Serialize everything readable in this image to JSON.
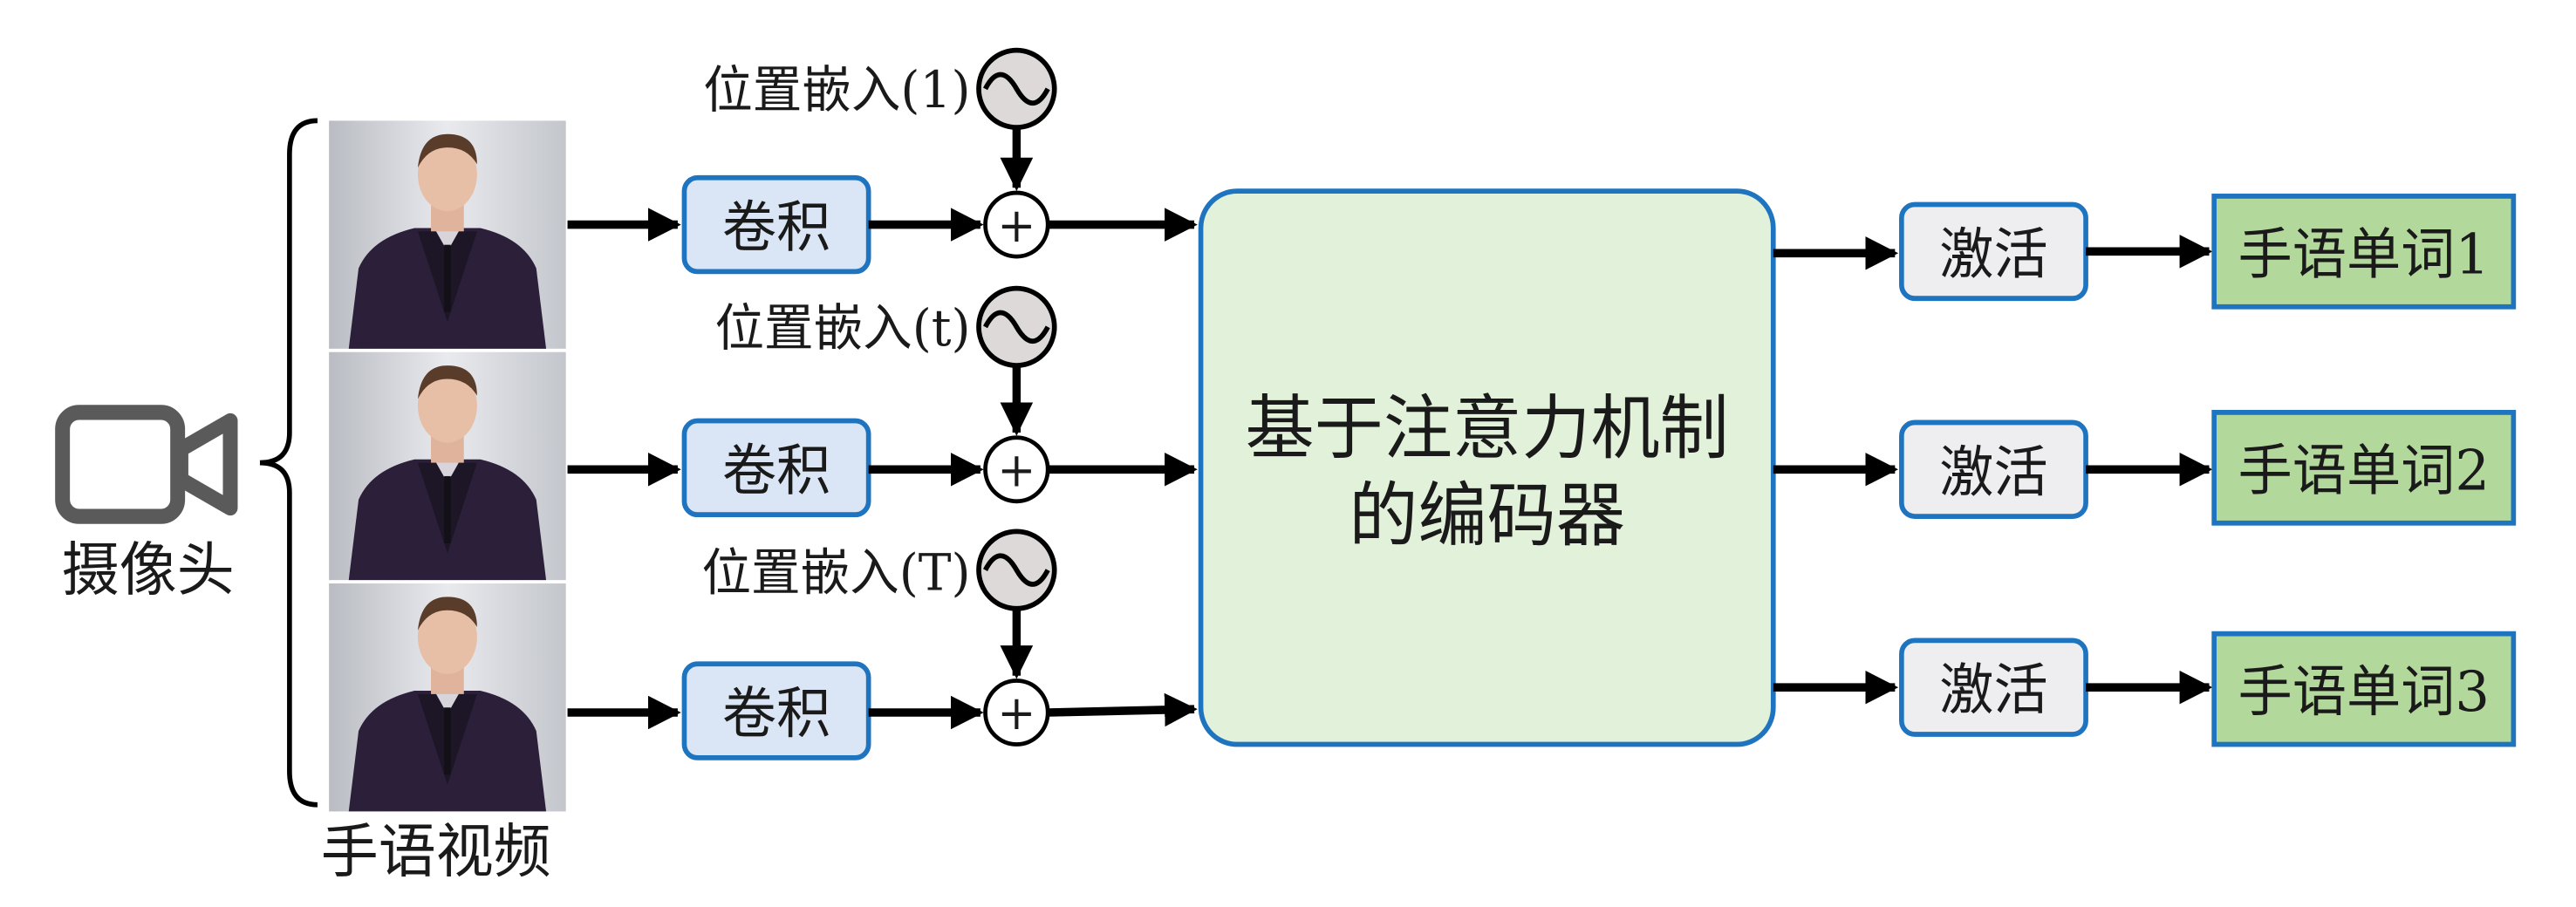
{
  "camera": {
    "label": "摄像头",
    "icon": "video-camera-icon"
  },
  "video": {
    "label": "手语视频",
    "frame_count": 3
  },
  "positional_embeddings": [
    "位置嵌入(1)",
    "位置嵌入(t)",
    "位置嵌入(T)"
  ],
  "conv_label": "卷积",
  "sum_symbol": "+",
  "encoder": {
    "line1": "基于注意力机制",
    "line2": "的编码器"
  },
  "activation_label": "激活",
  "outputs": [
    "手语单词1",
    "手语单词2",
    "手语单词3"
  ],
  "colors": {
    "conv_fill": "#dae6f5",
    "encoder_fill": "#e2f1d9",
    "activation_fill": "#eeeef0",
    "output_fill": "#b3d89c",
    "border": "#1f74c0"
  }
}
